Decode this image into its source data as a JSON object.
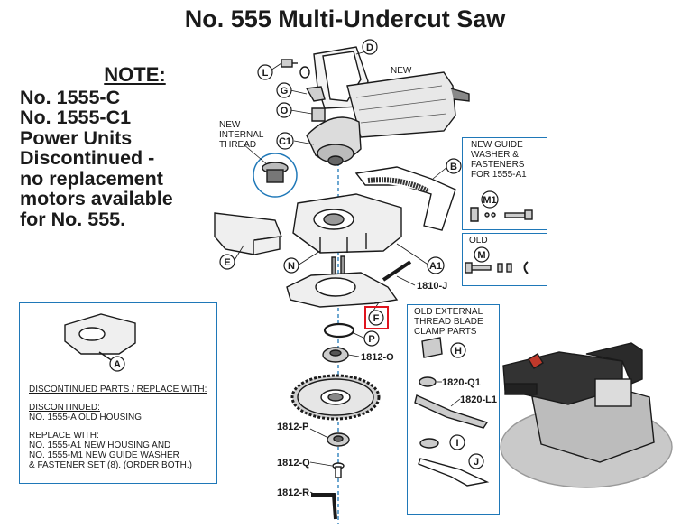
{
  "title": "No. 555 Multi-Undercut Saw",
  "note": {
    "heading": "NOTE:",
    "lines": [
      "No. 1555-C",
      "No. 1555-C1",
      "Power Units",
      "Discontinued -",
      "no replacement",
      "motors available",
      "for No. 555."
    ]
  },
  "labels": {
    "new": "NEW",
    "new_internal_thread": [
      "NEW",
      "INTERNAL",
      "THREAD"
    ],
    "guide_box": [
      "NEW GUIDE",
      "WASHER &",
      "FASTENERS",
      "FOR 1555-A1"
    ],
    "old_box": "OLD",
    "ext_box": [
      "OLD EXTERNAL",
      "THREAD BLADE",
      "CLAMP PARTS"
    ]
  },
  "discontinued": {
    "header": "DISCONTINUED PARTS / REPLACE WITH:",
    "sub1": "DISCONTINUED:",
    "line1": "NO. 1555-A OLD HOUSING",
    "sub2": "REPLACE WITH:",
    "line2": "NO. 1555-A1 NEW HOUSING AND",
    "line3": "NO. 1555-M1 NEW GUIDE WASHER",
    "line4": "& FASTENER SET (8).  (ORDER BOTH.)"
  },
  "parts": {
    "L": "L",
    "G": "G",
    "O": "O",
    "C1": "C1",
    "D": "D",
    "B": "B",
    "M1": "M1",
    "M": "M",
    "E": "E",
    "N": "N",
    "A1": "A1",
    "F": "F",
    "P": "P",
    "A": "A",
    "H": "H",
    "I": "I",
    "J": "J"
  },
  "part_numbers": {
    "p1810J": "1810-J",
    "p1812O": "1812-O",
    "p1812P": "1812-P",
    "p1812Q": "1812-Q",
    "p1812R": "1812-R",
    "p1820Q1": "1820-Q1",
    "p1820L1": "1820-L1"
  },
  "colors": {
    "accent_blue": "#1f78b8",
    "highlight_red": "#e0141e",
    "ink": "#1a1a1a"
  }
}
